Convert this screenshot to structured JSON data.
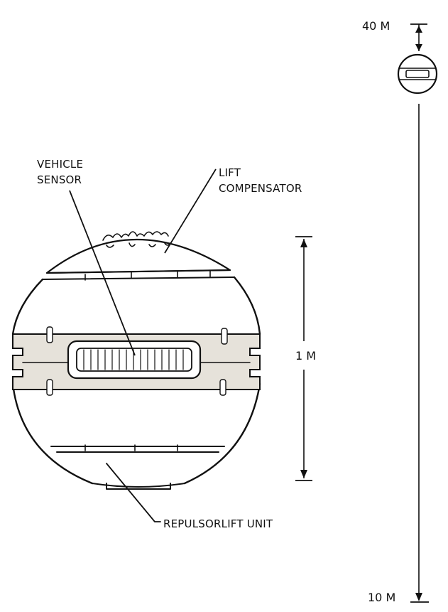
{
  "labels": {
    "vehicle_sensor_line1": "VEHICLE",
    "vehicle_sensor_line2": "SENSOR",
    "lift_compensator_line1": "LIFT",
    "lift_compensator_line2": "COMPENSATOR",
    "repulsorlift_unit": "REPULSORLIFT UNIT"
  },
  "scale_bars": {
    "near": {
      "label": "1 M"
    },
    "far": {
      "top_label": "40 M",
      "bottom_label": "10 M"
    }
  },
  "colors": {
    "ink": "#111111",
    "band_fill": "#e6e2da",
    "background": "#ffffff"
  }
}
